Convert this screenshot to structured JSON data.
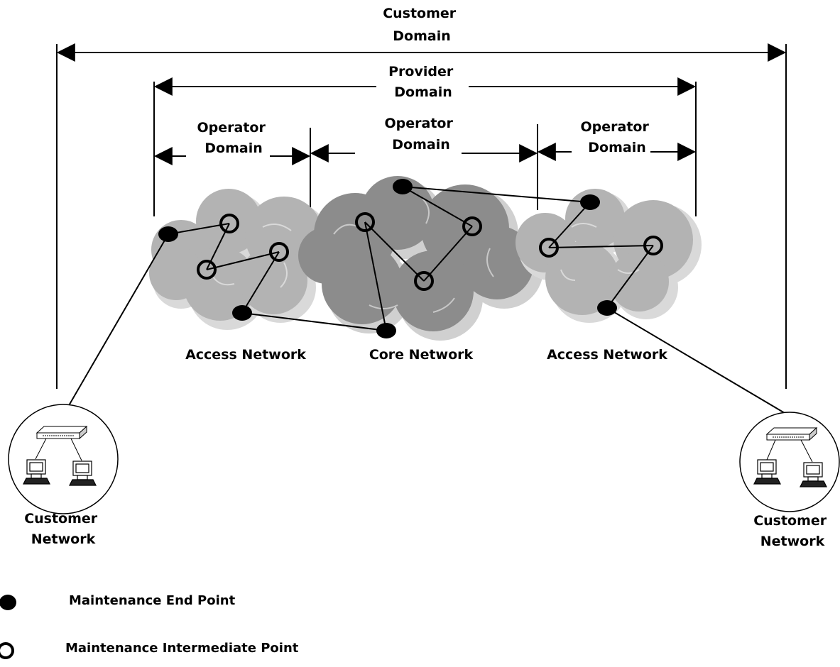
{
  "domains": {
    "customer": [
      "Customer",
      "Domain"
    ],
    "provider": [
      "Provider",
      "Domain"
    ],
    "operator_left": [
      "Operator",
      "Domain"
    ],
    "operator_center": [
      "Operator",
      "Domain"
    ],
    "operator_right": [
      "Operator",
      "Domain"
    ]
  },
  "networks": {
    "access_left": "Access Network",
    "core": "Core Network",
    "access_right": "Access Network"
  },
  "customer_networks": {
    "left": [
      "Customer",
      "Network"
    ],
    "right": [
      "Customer",
      "Network"
    ]
  },
  "legend": {
    "mep": "Maintenance End Point",
    "mip": "Maintenance Intermediate Point"
  }
}
